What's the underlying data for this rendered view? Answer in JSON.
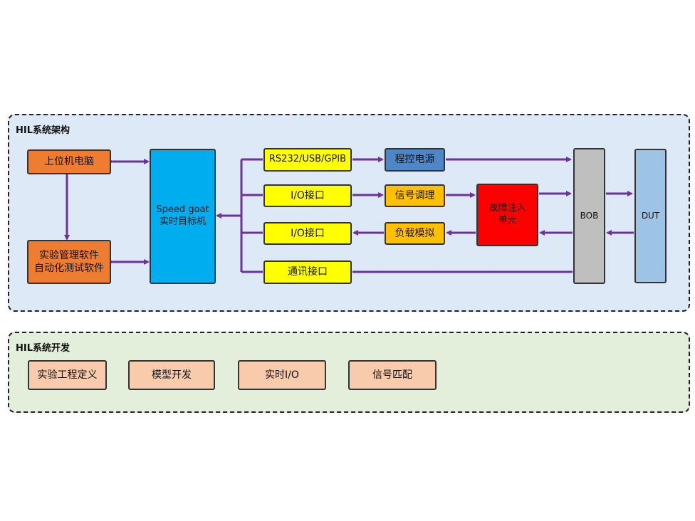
{
  "architecture": {
    "title": "HIL系统架构",
    "host_pc": "上位机电脑",
    "software_line1": "实验管理软件",
    "software_line2": "自动化测试软件",
    "target_line1": "Speed goat",
    "target_line2": "实时目标机",
    "rs232": "RS232/USB/GPIB",
    "io_in": "I/O接口",
    "io_out": "I/O接口",
    "comm": "通讯接口",
    "power": "程控电源",
    "signal_cond": "信号调理",
    "load_sim": "负载模拟",
    "fault_line1": "故障注入",
    "fault_line2": "单元",
    "bob": "BOB",
    "dut": "DUT"
  },
  "development": {
    "title": "HIL系统开发",
    "items": [
      "实验工程定义",
      "模型开发",
      "实时I/O",
      "信号匹配"
    ]
  },
  "colors": {
    "arch_bg": "#dde9f6",
    "dev_bg": "#e3eedb",
    "orange": "#ee7d31",
    "blue_target": "#00aeef",
    "yellow": "#ffff00",
    "amber": "#ffc000",
    "steel_blue": "#4f86c6",
    "red": "#ff0000",
    "gray": "#bfbfbf",
    "light_blue": "#9dc3e6",
    "peach": "#f8cbad",
    "arrow": "#7030a0"
  }
}
